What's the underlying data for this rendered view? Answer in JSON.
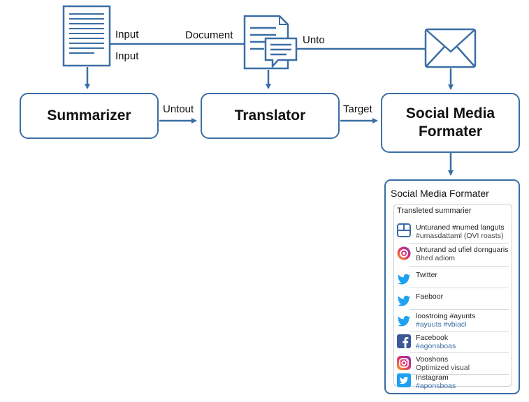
{
  "diagram": {
    "nodes": {
      "summarizer": "Summarizer",
      "translator": "Translator",
      "formatter_line1": "Social Media",
      "formatter_line2": "Formater"
    },
    "edge_labels": {
      "input_top": "Input",
      "input_bottom": "Input",
      "document": "Document",
      "unto": "Unto",
      "untout": "Untout",
      "target": "Target"
    },
    "icons": {
      "doc": "document-icon",
      "translate": "translate-document-icon",
      "mail": "envelope-icon"
    },
    "colors": {
      "stroke": "#3a6ea5",
      "link": "#3a6ea5"
    }
  },
  "panel": {
    "title": "Social Media Formater",
    "subtitle": "Transleted summarier",
    "rows": [
      {
        "icon": "layout-icon",
        "l1": "Unturaned #numed languts",
        "l2": "#umasdattaml (OVI roasts)",
        "s2": "gray"
      },
      {
        "icon": "instagram-icon",
        "l1": "Unturand ad ufiel dornguaris",
        "l2": "Bhed adiom",
        "s2": "gray"
      },
      {
        "icon": "twitter-icon",
        "l1": "Twitter",
        "l2": "",
        "s2": "gray"
      },
      {
        "icon": "twitter-icon",
        "l1": "Faeboor",
        "l2": "",
        "s2": "gray"
      },
      {
        "icon": "twitter-icon",
        "l1": "loostroing #ayunts",
        "l2": "#ayuuts #vbiacl",
        "s2": "blue"
      },
      {
        "icon": "facebook-icon",
        "l1": "Facebook",
        "l2": "#agonsboas",
        "s2": "blue"
      },
      {
        "icon": "instagram-icon",
        "l1": "Vooshons",
        "l2": "Optimized visual",
        "s2": "gray"
      },
      {
        "icon": "twitter-square-icon",
        "l1": "Instagram",
        "l2": "#aponsboas",
        "s2": "blue"
      }
    ]
  }
}
